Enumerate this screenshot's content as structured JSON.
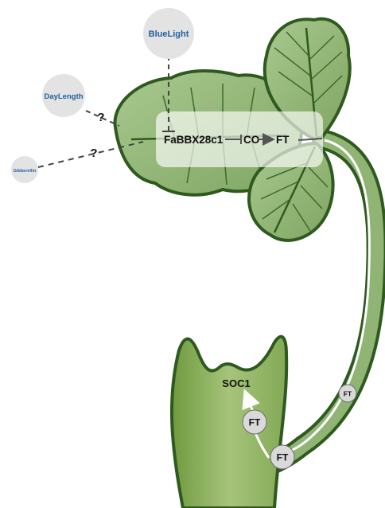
{
  "signals": {
    "blue_light": "BlueLight",
    "day_length": "DayLength",
    "gibberellin": "Gibberellin"
  },
  "unknown_marks": {
    "day_length": "?",
    "gibberellin": "?"
  },
  "leaf_pathway": {
    "gene1": "FaBBX28c1",
    "gene2": "CO",
    "gene3": "FT"
  },
  "apex": {
    "target": "SOC1"
  },
  "transport_bubbles": {
    "stem": "FT",
    "bottom": "FT",
    "apex": "FT"
  },
  "colors": {
    "leaf_fill": "#8fb474",
    "leaf_edge": "#2f5a1f",
    "signal_text": "#1f5f9e",
    "bubble": "#d9d9d9"
  }
}
